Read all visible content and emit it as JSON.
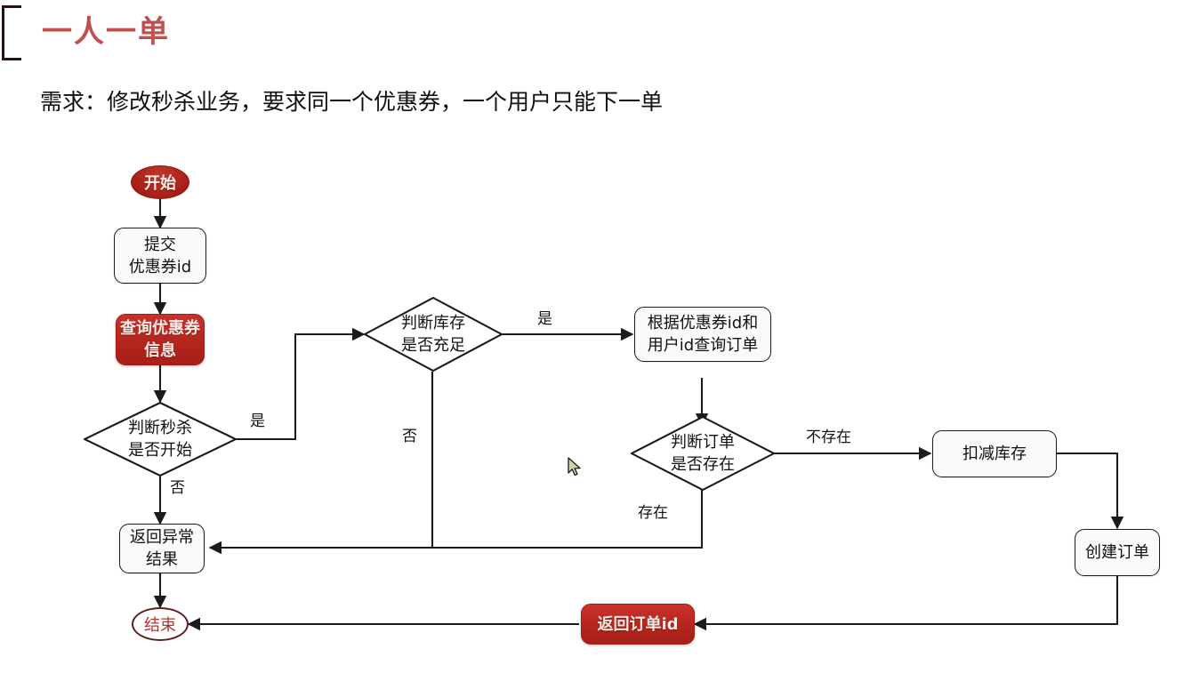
{
  "header": {
    "title": "一人一单",
    "subtitle": "需求：修改秒杀业务，要求同一个优惠券，一个用户只能下一单"
  },
  "colors": {
    "title_red": "#c0504d",
    "node_red_fill": "#b4251d",
    "node_red_text": "#f7ece6",
    "start_oval_fill": "#ab231b",
    "end_oval_border": "#5d1f1c",
    "end_oval_text": "#b4352c",
    "edge_stroke": "#1b1b1b",
    "background": "#ffffff"
  },
  "chart_data": {
    "type": "diagram",
    "diagram_kind": "flowchart",
    "title": "一人一单",
    "nodes": [
      {
        "id": "start",
        "label": "开始",
        "shape": "terminator",
        "style": "red-fill"
      },
      {
        "id": "submit",
        "label": "提交\n优惠券id",
        "shape": "process",
        "style": "white-fill"
      },
      {
        "id": "query_coupon",
        "label": "查询优惠券\n信息",
        "shape": "process",
        "style": "red-fill"
      },
      {
        "id": "seckill_start",
        "label": "判断秒杀\n是否开始",
        "shape": "decision",
        "style": "white-fill"
      },
      {
        "id": "stock_enough",
        "label": "判断库存\n是否充足",
        "shape": "decision",
        "style": "white-fill"
      },
      {
        "id": "query_order",
        "label": "根据优惠券id和\n用户id查询订单",
        "shape": "process",
        "style": "white-fill"
      },
      {
        "id": "order_exists",
        "label": "判断订单\n是否存在",
        "shape": "decision",
        "style": "white-fill"
      },
      {
        "id": "deduct_stock",
        "label": "扣减库存",
        "shape": "process",
        "style": "white-fill"
      },
      {
        "id": "create_order",
        "label": "创建订单",
        "shape": "process",
        "style": "white-fill"
      },
      {
        "id": "return_order_id",
        "label": "返回订单id",
        "shape": "process",
        "style": "red-fill"
      },
      {
        "id": "return_error",
        "label": "返回异常\n结果",
        "shape": "process",
        "style": "white-fill"
      },
      {
        "id": "end",
        "label": "结束",
        "shape": "terminator",
        "style": "white-fill"
      }
    ],
    "edges": [
      {
        "from": "start",
        "to": "submit",
        "label": ""
      },
      {
        "from": "submit",
        "to": "query_coupon",
        "label": ""
      },
      {
        "from": "query_coupon",
        "to": "seckill_start",
        "label": ""
      },
      {
        "from": "seckill_start",
        "to": "stock_enough",
        "label": "是"
      },
      {
        "from": "seckill_start",
        "to": "return_error",
        "label": "否"
      },
      {
        "from": "stock_enough",
        "to": "query_order",
        "label": "是"
      },
      {
        "from": "stock_enough",
        "to": "return_error",
        "label": "否"
      },
      {
        "from": "query_order",
        "to": "order_exists",
        "label": ""
      },
      {
        "from": "order_exists",
        "to": "deduct_stock",
        "label": "不存在"
      },
      {
        "from": "order_exists",
        "to": "return_error",
        "label": "存在"
      },
      {
        "from": "deduct_stock",
        "to": "create_order",
        "label": ""
      },
      {
        "from": "create_order",
        "to": "return_order_id",
        "label": ""
      },
      {
        "from": "return_order_id",
        "to": "end",
        "label": ""
      },
      {
        "from": "return_error",
        "to": "end",
        "label": ""
      }
    ]
  },
  "nodes": {
    "start": "开始",
    "submit": "提交\n优惠券id",
    "query_coupon": "查询优惠券\n信息",
    "seckill_start": "判断秒杀\n是否开始",
    "stock_enough": "判断库存\n是否充足",
    "query_order": "根据优惠券id和\n用户id查询订单",
    "order_exists": "判断订单\n是否存在",
    "deduct_stock": "扣减库存",
    "create_order": "创建订单",
    "return_order_id": "返回订单id",
    "return_error": "返回异常\n结果",
    "end": "结束"
  },
  "edge_labels": {
    "seckill_yes": "是",
    "seckill_no": "否",
    "stock_yes": "是",
    "stock_no": "否",
    "order_not_exists": "不存在",
    "order_exists": "存在"
  }
}
